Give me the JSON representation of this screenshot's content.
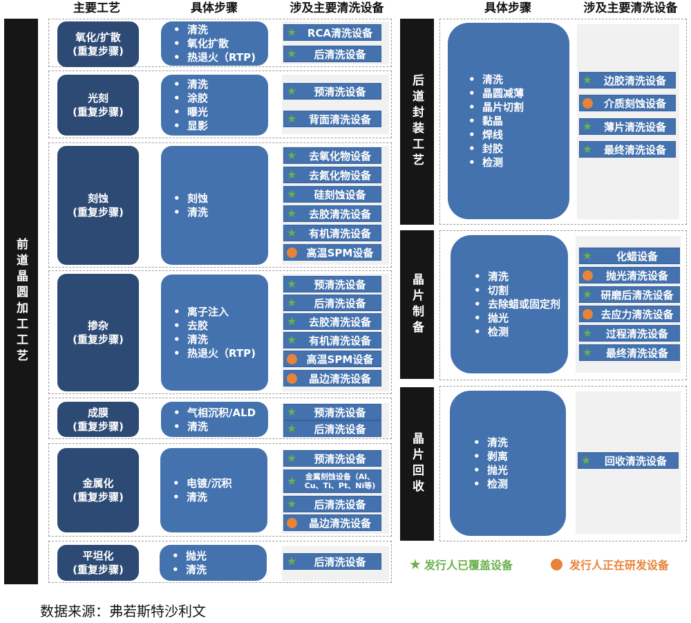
{
  "headers": {
    "left": {
      "process": "主要工艺",
      "steps": "具体步骤",
      "equipment": "涉及主要清洗设备"
    },
    "right": {
      "steps": "具体步骤",
      "equipment": "涉及主要清洗设备"
    }
  },
  "front_end": {
    "label": "前道晶圆加工工艺",
    "rows": [
      {
        "process": "氧化/扩散",
        "note": "(重复步骤)",
        "steps": [
          "清洗",
          "氧化扩散",
          "热退火（RTP)"
        ],
        "equipment": [
          {
            "icon": "star",
            "label": "RCA清洗设备"
          },
          {
            "icon": "star",
            "label": "后清洗设备"
          }
        ]
      },
      {
        "process": "光刻",
        "note": "(重复步骤)",
        "steps": [
          "清洗",
          "涂胶",
          "曝光",
          "显影"
        ],
        "equipment": [
          {
            "icon": "star",
            "label": "预清洗设备"
          },
          {
            "icon": "star",
            "label": "背面清洗设备"
          }
        ]
      },
      {
        "process": "刻蚀",
        "note": "(重复步骤)",
        "steps": [
          "刻蚀",
          "清洗"
        ],
        "equipment": [
          {
            "icon": "star",
            "label": "去氧化物设备"
          },
          {
            "icon": "star",
            "label": "去氮化物设备"
          },
          {
            "icon": "star",
            "label": "硅刻蚀设备"
          },
          {
            "icon": "star",
            "label": "去胶清洗设备"
          },
          {
            "icon": "star",
            "label": "有机清洗设备"
          },
          {
            "icon": "circle",
            "label": "高温SPM设备"
          }
        ]
      },
      {
        "process": "掺杂",
        "note": "(重复步骤)",
        "steps": [
          "离子注入",
          "去胶",
          "清洗",
          "热退火（RTP)"
        ],
        "equipment": [
          {
            "icon": "star",
            "label": "预清洗设备"
          },
          {
            "icon": "star",
            "label": "后清洗设备"
          },
          {
            "icon": "star",
            "label": "去胶清洗设备"
          },
          {
            "icon": "star",
            "label": "有机清洗设备"
          },
          {
            "icon": "circle",
            "label": "高温SPM设备"
          },
          {
            "icon": "circle",
            "label": "晶边清洗设备"
          }
        ]
      },
      {
        "process": "成膜",
        "note": "(重复步骤)",
        "steps": [
          "气相沉积/ALD",
          "清洗"
        ],
        "equipment": [
          {
            "icon": "star",
            "label": "预清洗设备"
          },
          {
            "icon": "star",
            "label": "后清洗设备"
          }
        ]
      },
      {
        "process": "金属化",
        "note": "(重复步骤)",
        "steps": [
          "电镀/沉积",
          "清洗"
        ],
        "equipment": [
          {
            "icon": "star",
            "label": "预清洗设备"
          },
          {
            "icon": "star",
            "label": "金属刻蚀设备（Al、Cu、Ti、Pt、Ni等)",
            "line1": "金属刻蚀设备（Al、",
            "line2": "Cu、Ti、Pt、Ni等)"
          },
          {
            "icon": "star",
            "label": "后清洗设备"
          },
          {
            "icon": "circle",
            "label": "晶边清洗设备"
          }
        ]
      },
      {
        "process": "平坦化",
        "note": "(重复步骤)",
        "steps": [
          "抛光",
          "清洗"
        ],
        "equipment": [
          {
            "icon": "star",
            "label": "后清洗设备"
          }
        ]
      }
    ]
  },
  "back_end": [
    {
      "label": "后道封装工艺",
      "steps": [
        "清洗",
        "晶圆减薄",
        "晶片切割",
        "黏晶",
        "焊线",
        "封胶",
        "检测"
      ],
      "equipment": [
        {
          "icon": "star",
          "label": "边胶清洗设备"
        },
        {
          "icon": "circle",
          "label": "介质刻蚀设备"
        },
        {
          "icon": "star",
          "label": "薄片清洗设备"
        },
        {
          "icon": "star",
          "label": "最终清洗设备"
        }
      ]
    },
    {
      "label": "晶片制备",
      "steps": [
        "清洗",
        "切割",
        "去除蜡或固定剂",
        "抛光",
        "检测"
      ],
      "equipment": [
        {
          "icon": "star",
          "label": "化蜡设备"
        },
        {
          "icon": "circle",
          "label": "抛光清洗设备"
        },
        {
          "icon": "star",
          "label": "研磨后清洗设备"
        },
        {
          "icon": "circle",
          "label": "去应力清洗设备"
        },
        {
          "icon": "star",
          "label": "过程清洗设备"
        },
        {
          "icon": "star",
          "label": "最终清洗设备"
        }
      ]
    },
    {
      "label": "晶片回收",
      "steps": [
        "清洗",
        "剥离",
        "抛光",
        "检测"
      ],
      "equipment": [
        {
          "icon": "star",
          "label": "回收清洗设备"
        }
      ]
    }
  ],
  "legend": {
    "covered": {
      "icon": "star",
      "label": "发行人已覆盖设备",
      "color": "#6ab04c"
    },
    "developing": {
      "icon": "circle",
      "label": "发行人正在研发设备",
      "color": "#e8833a"
    }
  },
  "source": "数据来源：弗若斯特沙利文",
  "colors": {
    "process_box": "#2c4a73",
    "steps_box": "#4472ae",
    "equipment_bar": "#4472ae",
    "category_bar": "#161616"
  }
}
